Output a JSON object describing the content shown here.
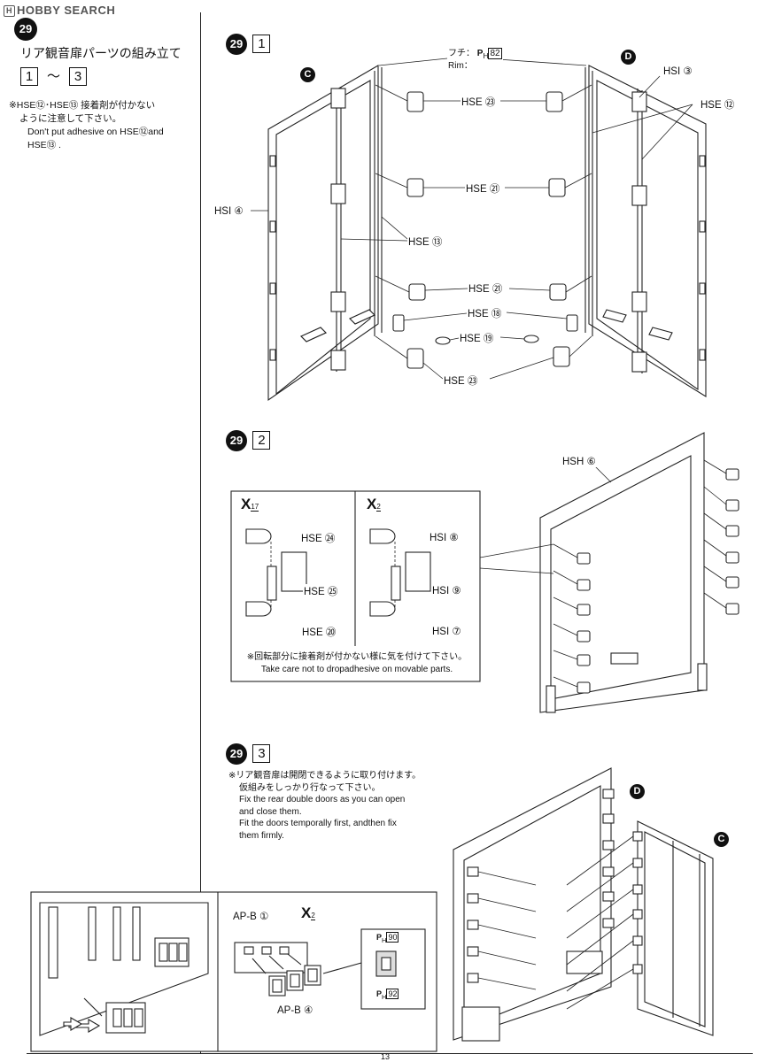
{
  "watermark": {
    "logo": "H",
    "text": "HOBBY SEARCH"
  },
  "step": {
    "number": "29",
    "title_jp": "リア観音扉パーツの組み立て",
    "range_from": "1",
    "range_sep": "～",
    "range_to": "3",
    "note_jp_1": "※HSE⑫･HSE⑬ 接着剤が付かない",
    "note_jp_2": "ように注意して下さい。",
    "note_en_1": "Don't put adhesive on HSE⑫and",
    "note_en_2": "HSE⑬ ."
  },
  "sub1": {
    "number": "29",
    "box": "1",
    "door_left": "C",
    "door_right": "D",
    "rim_jp": "フチ：",
    "rim_en": "Rim：",
    "rim_part": "P",
    "rim_part_sub": "H",
    "rim_part_num": "82",
    "labels": {
      "hse23_top": "HSE ㉓",
      "hse21_mid": "HSE ㉑",
      "hse21_low": "HSE ㉑",
      "hse18": "HSE ⑱",
      "hse19": "HSE ⑲",
      "hse23_bot": "HSE ㉓",
      "hse13": "HSE ⑬",
      "hse12": "HSE ⑫",
      "hsi3": "HSI ③",
      "hsi4": "HSI ④"
    }
  },
  "sub2": {
    "number": "29",
    "box": "2",
    "hsh6": "HSH ⑥",
    "inset": {
      "left_qty": "X",
      "left_qty_num": "17",
      "right_qty": "X",
      "right_qty_num": "2",
      "left_labels": [
        "HSE ㉔",
        "HSE ㉕",
        "HSE ⑳"
      ],
      "right_labels": [
        "HSI ⑧",
        "HSI ⑨",
        "HSI ⑦"
      ],
      "note_jp": "※回転部分に接着剤が付かない様に気を付けて下さい。",
      "note_en": "Take care not to dropadhesive on movable parts."
    }
  },
  "sub3": {
    "number": "29",
    "box": "3",
    "note_jp_1": "※リア観音扉は開閉できるように取り付けます。",
    "note_jp_2": "仮組みをしっかり行なって下さい。",
    "note_en_1": "Fix the rear double doors as you can open",
    "note_en_2": "and close them.",
    "note_en_3": "Fit the doors temporally first, andthen fix",
    "note_en_4": "them firmly.",
    "door_d": "D",
    "door_c": "C"
  },
  "bottom_inset": {
    "apb1": "AP-B ①",
    "apb4": "AP-B ④",
    "qty": "X",
    "qty_num": "2",
    "paint_top_letter": "P",
    "paint_top_sub": "H",
    "paint_top_num": "90",
    "paint_bot_letter": "P",
    "paint_bot_sub": "H",
    "paint_bot_num": "92"
  },
  "page_number": "13"
}
